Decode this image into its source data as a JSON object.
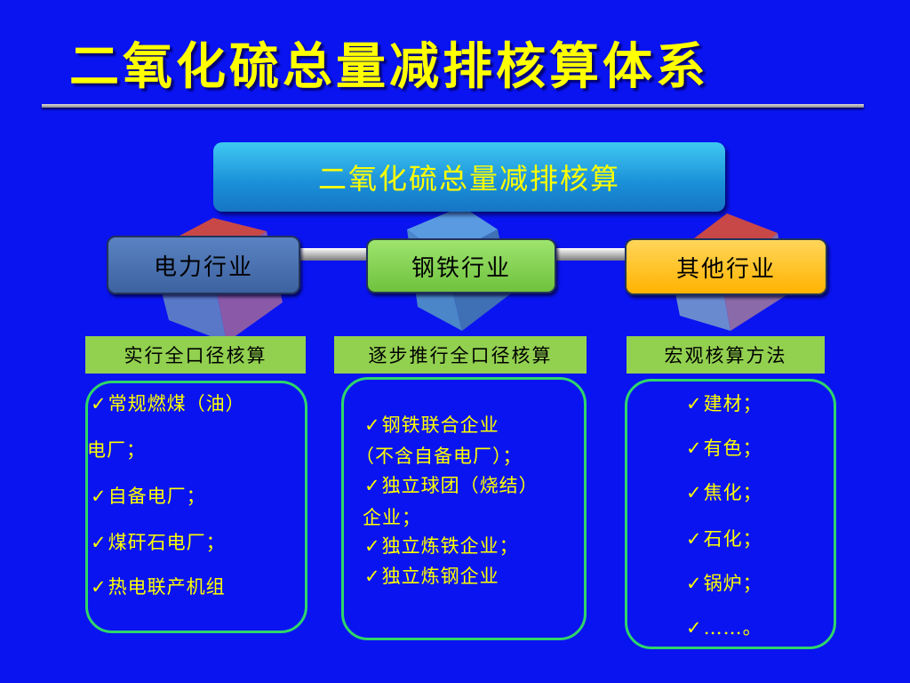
{
  "title": "二氧化硫总量减排核算体系",
  "root": "二氧化硫总量减排核算",
  "sectors": [
    {
      "name": "电力行业",
      "method": "实行全口径核算"
    },
    {
      "name": "钢铁行业",
      "method": "逐步推行全口径核算"
    },
    {
      "name": "其他行业",
      "method": "宏观核算方法"
    }
  ],
  "check_mark": "✓",
  "power_items": {
    "item1_line1": "常规燃煤（油）",
    "item1_line2": "电厂；",
    "item2": "自备电厂；",
    "item3": "煤矸石电厂；",
    "item4": "热电联产机组"
  },
  "steel_items": {
    "item1_line1": "钢铁联合企业",
    "item1_line2": "（不含自备电厂）；",
    "item2_line1": "独立球团（烧结）",
    "item2_line2": "企业；",
    "item3": "独立炼铁企业；",
    "item4": "独立炼钢企业"
  },
  "other_items": [
    "建材；",
    "有色；",
    "焦化；",
    "石化；",
    "锅炉；",
    "……。"
  ],
  "colors": {
    "background": "#0a14f0",
    "title": "#ffff00",
    "power": "#4a72b0",
    "steel": "#7ed04e",
    "other": "#ffc000",
    "method_bg": "#92d050",
    "list_border": "#2fd66a"
  }
}
